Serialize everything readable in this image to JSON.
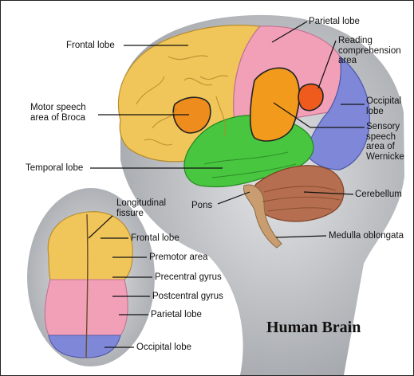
{
  "title": "Human Brain",
  "labels": {
    "frontal_lobe": "Frontal lobe",
    "parietal_lobe": "Parietal lobe",
    "reading": [
      "Reading",
      "comprehension",
      "area"
    ],
    "broca": [
      "Motor speech",
      "area of Broca"
    ],
    "occipital": [
      "Occipital",
      "lobe"
    ],
    "wernicke": [
      "Sensory",
      "speech",
      "area of",
      "Wernicke"
    ],
    "temporal_lobe": "Temporal lobe",
    "cerebellum": "Cerebellum",
    "pons": "Pons",
    "medulla": "Medulla oblongata",
    "top_longitudinal": [
      "Longitudinal",
      "fissure"
    ],
    "top_frontal": "Frontal lobe",
    "top_premotor": "Premotor area",
    "top_precentral": "Precentral gyrus",
    "top_postcentral": "Postcentral gyrus",
    "top_parietal": "Parietal lobe",
    "top_occipital": "Occipital lobe"
  },
  "colors": {
    "frontal": "#f0c55a",
    "parietal": "#f2a0b8",
    "occipital": "#7f88d8",
    "temporal": "#48c640",
    "broca": "#ee8d1e",
    "wernicke": "#f29a1c",
    "reading": "#ef5b1c",
    "cerebellum": "#b56e4f",
    "brainstem": "#c99d6f",
    "head": "#bfc2c6"
  }
}
